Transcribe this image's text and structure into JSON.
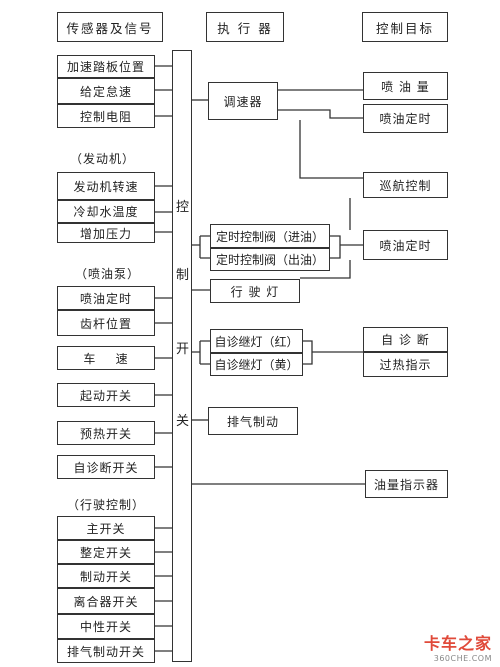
{
  "headers": {
    "sensors": "传感器及信号",
    "actuators": "执 行 器",
    "targets": "控制目标"
  },
  "controller": {
    "c1": "控",
    "c2": "制",
    "c3": "开",
    "c4": "关"
  },
  "sensors": {
    "accel_pedal": "加速踏板位置",
    "idle_set": "给定怠速",
    "ctrl_resistor": "控制电阻",
    "engine_group": "（发动机）",
    "engine_speed": "发动机转速",
    "coolant_temp": "冷却水温度",
    "boost_pressure": "增加压力",
    "pump_group": "（喷油泵）",
    "pump_timing": "喷油定时",
    "rack_position": "齿杆位置",
    "vehicle_speed": "车    速",
    "start_switch": "起动开关",
    "preheat_switch": "预热开关",
    "selfdiag_switch": "自诊断开关",
    "driving_group": "（行驶控制）",
    "main_switch": "主开关",
    "setting_switch": "整定开关",
    "brake_switch": "制动开关",
    "clutch_switch": "离合器开关",
    "neutral_switch": "中性开关",
    "exhaust_brake_switch": "排气制动开关"
  },
  "actuators": {
    "governor": "调速器",
    "timing_valve_in": "定时控制阀（进油）",
    "timing_valve_out": "定时控制阀（出油）",
    "driving_lamp": "行 驶 灯",
    "diag_relay_red": "自诊继灯（红）",
    "diag_relay_yellow": "自诊继灯（黄）",
    "exhaust_brake": "排气制动"
  },
  "targets": {
    "injection_quantity": "喷 油 量",
    "injection_timing_1": "喷油定时",
    "cruise_control": "巡航控制",
    "injection_timing_2": "喷油定时",
    "self_diagnosis": "自 诊 断",
    "overheat_indicator": "过热指示",
    "fuel_indicator": "油量指示器"
  },
  "watermark": {
    "brand": "卡车之家",
    "url": "360CHE.COM"
  }
}
